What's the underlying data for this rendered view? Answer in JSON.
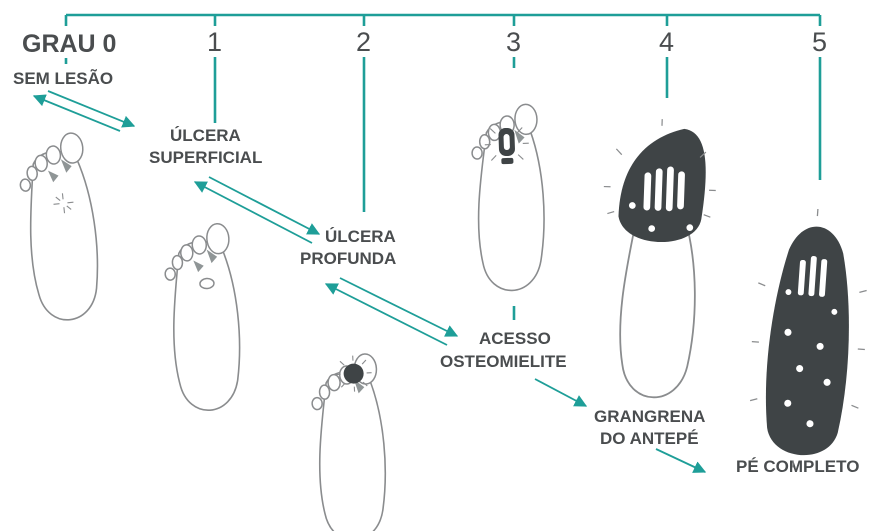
{
  "grades": [
    {
      "number": "GRAU 0",
      "stage": [
        "SEM LESÃO"
      ]
    },
    {
      "number": "1",
      "stage": [
        "ÚLCERA",
        "SUPERFICIAL"
      ]
    },
    {
      "number": "2",
      "stage": [
        "ÚLCERA",
        "PROFUNDA"
      ]
    },
    {
      "number": "3",
      "stage": [
        "ACESSO",
        "OSTEOMIELITE"
      ]
    },
    {
      "number": "4",
      "stage": [
        "GRANGRENA",
        "DO ANTEPÉ"
      ]
    },
    {
      "number": "5",
      "stage": [
        "PÉ COMPLETO"
      ]
    }
  ],
  "colors": {
    "connector": "#1e9e98",
    "text": "#4a4d4f",
    "outline": "#8a8c8e",
    "shade": "#8f9596",
    "dark": "#3f4446"
  }
}
